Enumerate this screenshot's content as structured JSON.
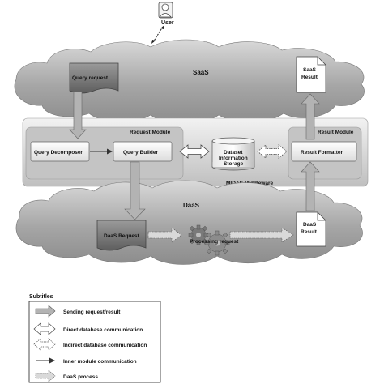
{
  "user": {
    "label": "User"
  },
  "saas": {
    "title": "SaaS",
    "query_request": "Query request",
    "result_line1": "SaaS",
    "result_line2": "Result"
  },
  "middleware": {
    "title": "MIDAS Middleware",
    "request_module": "Request Module",
    "result_module": "Result Module",
    "query_decomposer": "Query Decomposer",
    "query_builder": "Query Builder",
    "storage_line1": "Dataset",
    "storage_line2": "Information",
    "storage_line3": "Storage",
    "result_formatter": "Result Formatter"
  },
  "daas": {
    "title": "DaaS",
    "daas_request": "DaaS Request",
    "processing_request": "Processing request",
    "result_line1": "DaaS",
    "result_line2": "Result"
  },
  "legend": {
    "title": "Subtitles",
    "items": [
      {
        "label": "Sending request/result"
      },
      {
        "label": "Direct database communication"
      },
      {
        "label": "Indirect database communication"
      },
      {
        "label": "Inner module communication"
      },
      {
        "label": "DaaS process"
      }
    ]
  }
}
